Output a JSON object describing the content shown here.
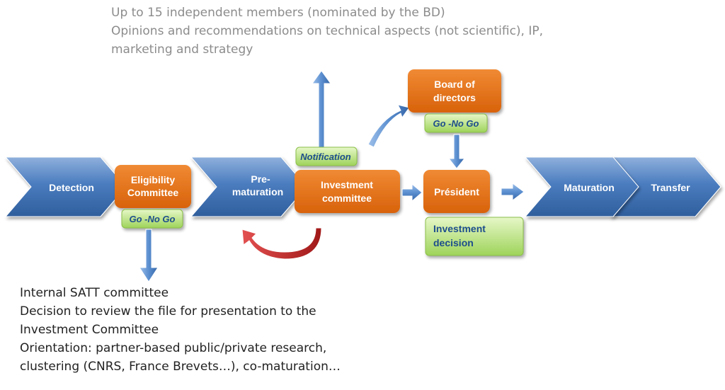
{
  "top_note": {
    "lines": [
      "Up to 15 independent members (nominated by the BD)",
      "Opinions and recommendations on technical aspects (not scientific), IP,",
      "marketing and strategy"
    ]
  },
  "chevrons": {
    "detection": "Detection",
    "prematuration_line1": "Pre-",
    "prematuration_line2": "maturation",
    "maturation": "Maturation",
    "transfer": "Transfer"
  },
  "boxes": {
    "eligibility_line1": "Eligibility",
    "eligibility_line2": "Committee",
    "investment_line1": "Investment",
    "investment_line2": "committee",
    "board_line1": "Board of",
    "board_line2": "directors",
    "president": "Président"
  },
  "tags": {
    "eligibility_go": "Go -No Go",
    "board_go": "Go -No Go",
    "notification": "Notification",
    "investment_decision_line1": "Investment",
    "investment_decision_line2": "decision"
  },
  "bottom_note": {
    "lines": [
      "Internal SATT committee",
      "Decision to review the file for presentation to the",
      "Investment Committee",
      "Orientation: partner-based public/private research,",
      "clustering (CNRS, France Brevets…), co-maturation…"
    ]
  },
  "colors": {
    "chevron_blue": "#3f6fae",
    "box_orange": "#e36c0a",
    "tag_green": "#b6e27a",
    "tag_text_blue": "#1f4e8c",
    "return_arrow_red": "#b01e1e",
    "top_note_gray": "#8c8c8c"
  }
}
